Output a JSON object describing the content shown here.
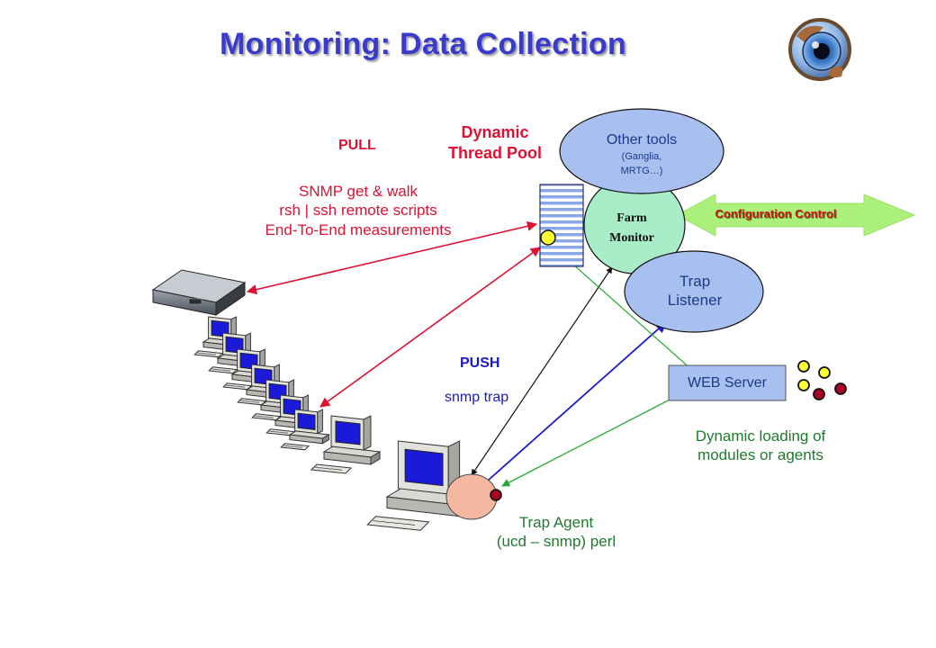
{
  "title": "Monitoring:  Data Collection",
  "pull": {
    "label": "PULL",
    "line1": "SNMP  get & walk",
    "line2": "rsh | ssh remote scripts",
    "line3": "End-To-End measurements"
  },
  "thread_pool": {
    "line1": "Dynamic",
    "line2": "Thread Pool"
  },
  "other_tools": {
    "label": "Other tools",
    "sub1": "(Ganglia,",
    "sub2": "MRTG…)"
  },
  "farm_monitor": {
    "line1": "Farm",
    "line2": "Monitor"
  },
  "config_control": {
    "label": "Configuration Control"
  },
  "trap_listener": {
    "line1": "Trap",
    "line2": "Listener"
  },
  "push": {
    "label": "PUSH",
    "sub": "snmp trap"
  },
  "web_server": {
    "label": "WEB Server"
  },
  "dynamic_loading": {
    "line1": "Dynamic loading of",
    "line2": "modules or agents"
  },
  "trap_agent": {
    "line1": "Trap Agent",
    "line2": "(ucd – snmp) perl"
  },
  "colors": {
    "title": "#3a3acc",
    "pull": "#dd1133",
    "push_arrow": "#1a1acc",
    "green_text": "#1f7a2e",
    "config_arrow": "#aaf07a",
    "module_yellow": "#ffff33",
    "module_red": "#aa0022",
    "farm_monitor_fill": "#a8ecc8",
    "ellipse_fill": "#a8c0f0"
  },
  "icons": [
    "eye-globe-icon",
    "server-icon",
    "desktop-computer-icon",
    "module-dot-icon"
  ]
}
